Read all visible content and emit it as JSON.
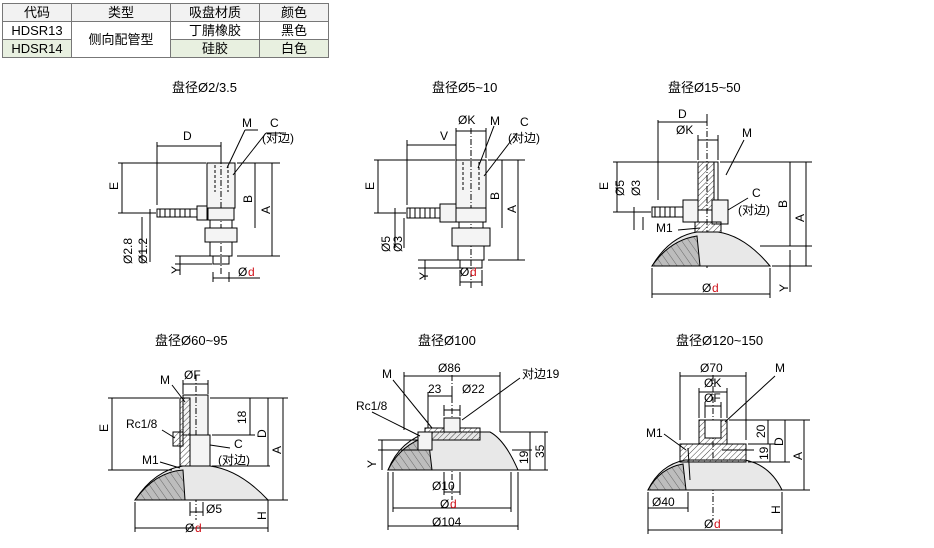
{
  "table": {
    "headers": [
      "代码",
      "类型",
      "吸盘材质",
      "颜色"
    ],
    "rows": [
      {
        "code": "HDSR13",
        "material": "丁腈橡胶",
        "color": "黑色"
      },
      {
        "code": "HDSR14",
        "material": "硅胶",
        "color": "白色"
      }
    ],
    "type_value": "侧向配管型"
  },
  "diagrams": [
    {
      "title": "盘径Ø2/3.5",
      "labels": {
        "D": "D",
        "M": "M",
        "C": "C",
        "C2": "(对边)",
        "E": "E",
        "B": "B",
        "A": "A",
        "d1": "Ø2.8",
        "d2": "Ø1.2",
        "Y": "Y",
        "phi": "Ø",
        "d": "d"
      }
    },
    {
      "title": "盘径Ø5~10",
      "labels": {
        "K": "ØK",
        "M": "M",
        "C": "C",
        "C2": "(对边)",
        "V": "V",
        "E": "E",
        "B": "B",
        "A": "A",
        "d1": "Ø5",
        "d2": "Ø3",
        "Y": "Y",
        "phi": "Ø",
        "d": "d"
      }
    },
    {
      "title": "盘径Ø15~50",
      "labels": {
        "D": "D",
        "K": "ØK",
        "M": "M",
        "E": "E",
        "d1": "Ø5",
        "d2": "Ø3",
        "C": "C",
        "C2": "(对边)",
        "B": "B",
        "A": "A",
        "M1": "M1",
        "Y": "Y",
        "phi": "Ø",
        "d": "d"
      }
    },
    {
      "title": "盘径Ø60~95",
      "labels": {
        "M": "M",
        "F": "ØF",
        "E": "E",
        "Rc": "Rc1/8",
        "n18": "18",
        "D": "D",
        "A": "A",
        "C": "C",
        "C2": "(对边)",
        "M1": "M1",
        "d5": "Ø5",
        "H": "H",
        "phi": "Ø",
        "d": "d"
      }
    },
    {
      "title": "盘径Ø100",
      "labels": {
        "M": "M",
        "d86": "Ø86",
        "n23": "23",
        "d22": "Ø22",
        "side": "对边19",
        "Rc": "Rc1/8",
        "Y": "Y",
        "n19": "19",
        "n35": "35",
        "d10": "Ø10",
        "phi": "Ø",
        "d": "d",
        "d104": "Ø104"
      }
    },
    {
      "title": "盘径Ø120~150",
      "labels": {
        "d70": "Ø70",
        "M": "M",
        "K": "ØK",
        "F": "ØF",
        "M1": "M1",
        "n20": "20",
        "D": "D",
        "n19": "19",
        "A": "A",
        "H": "H",
        "d40": "Ø40",
        "phi": "Ø",
        "d": "d"
      }
    }
  ]
}
